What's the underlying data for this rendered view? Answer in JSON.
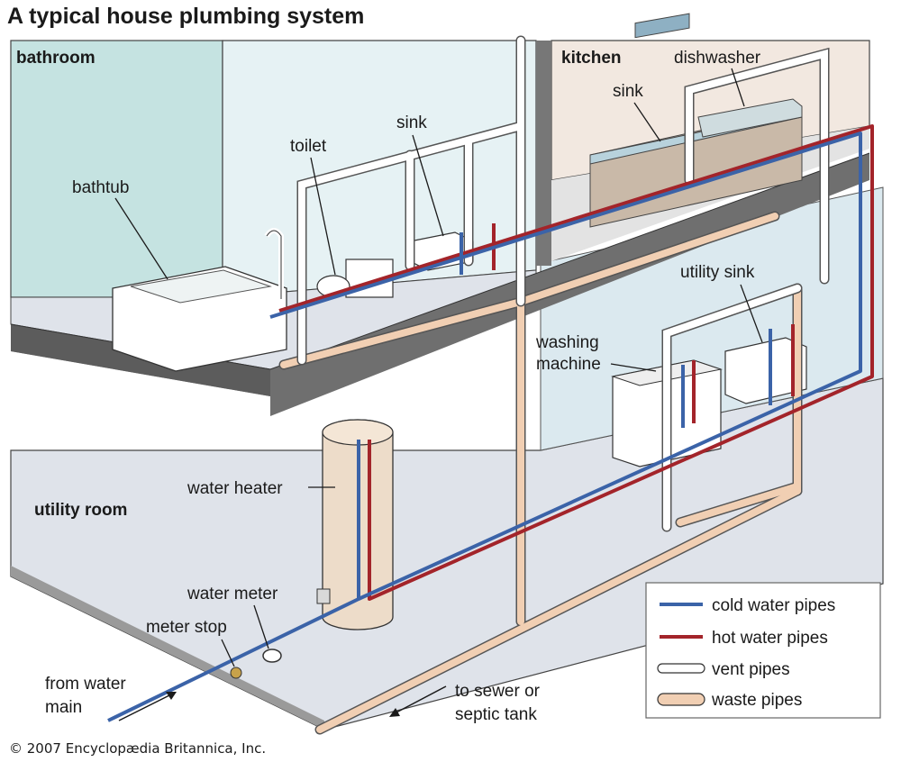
{
  "title": "A typical house plumbing system",
  "rooms": {
    "bathroom": "bathroom",
    "kitchen": "kitchen",
    "utility_room": "utility room"
  },
  "fixtures": {
    "bathtub": "bathtub",
    "toilet": "toilet",
    "bathroom_sink": "sink",
    "kitchen_sink": "sink",
    "dishwasher": "dishwasher",
    "utility_sink": "utility sink",
    "washing_machine_line1": "washing",
    "washing_machine_line2": "machine",
    "water_heater": "water heater",
    "water_meter": "water meter",
    "meter_stop": "meter stop",
    "from_water_main_line1": "from water",
    "from_water_main_line2": "main",
    "to_sewer_line1": "to sewer or",
    "to_sewer_line2": "septic tank"
  },
  "legend": [
    {
      "label": "cold water pipes",
      "color": "#3b63a8",
      "style": "line"
    },
    {
      "label": "hot water pipes",
      "color": "#a3242a",
      "style": "line"
    },
    {
      "label": "vent pipes",
      "color": "#ffffff",
      "style": "tube"
    },
    {
      "label": "waste pipes",
      "color": "#f1cfb3",
      "style": "tube"
    }
  ],
  "colors": {
    "cold": "#3b63a8",
    "hot": "#a3242a",
    "vent": "#ffffff",
    "waste": "#f1cfb3",
    "wall": "#d9ecec",
    "floor": "#dfe3ea",
    "slab": "#6c6c6c"
  },
  "credit": "© 2007 Encyclopædia Britannica, Inc."
}
